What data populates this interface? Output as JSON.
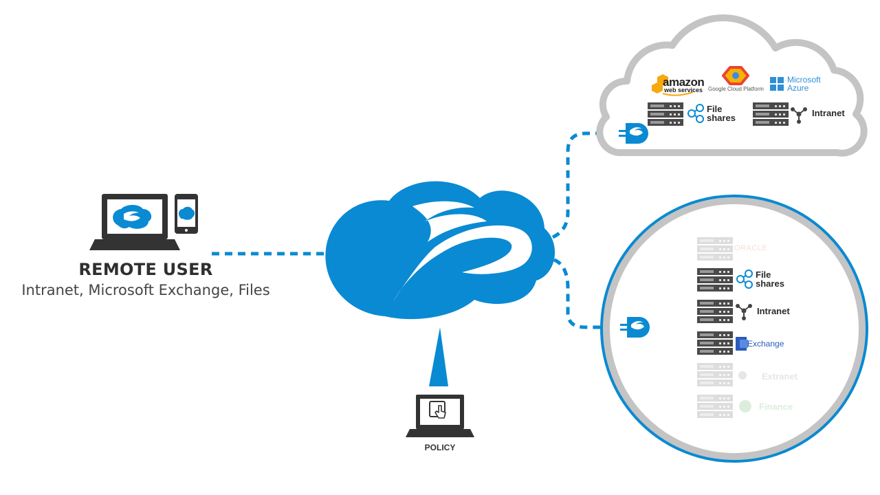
{
  "remote_user": {
    "title": "REMOTE USER",
    "subtitle": "Intranet, Microsoft Exchange, Files"
  },
  "policy": {
    "label": "POLICY"
  },
  "public_cloud": {
    "providers": {
      "amazon_top": "amazon",
      "amazon_bottom": "web services",
      "google": "Google Cloud Platform",
      "azure_line1": "Microsoft",
      "azure_line2": "Azure"
    },
    "services": {
      "file_shares_1": "File",
      "file_shares_2": "shares",
      "intranet": "Intranet"
    }
  },
  "datacenter": {
    "services": {
      "oracle": "ORACLE",
      "file_shares_1": "File",
      "file_shares_2": "shares",
      "intranet": "Intranet",
      "exchange": "Exchange",
      "faded_1": "Extranet",
      "faded_2": "Finance"
    }
  },
  "colors": {
    "brand_blue": "#0a8ad2",
    "cloud_outline": "#c4c4c4",
    "dark_gray": "#333333"
  }
}
